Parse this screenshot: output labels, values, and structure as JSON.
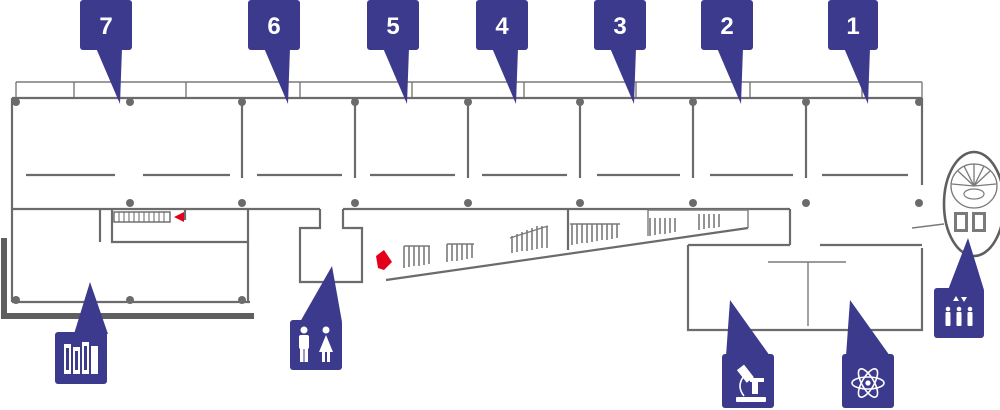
{
  "map": {
    "rooms": [
      {
        "label": "7"
      },
      {
        "label": "6"
      },
      {
        "label": "5"
      },
      {
        "label": "4"
      },
      {
        "label": "3"
      },
      {
        "label": "2"
      },
      {
        "label": "1"
      }
    ]
  },
  "icons": {
    "library": "library-icon",
    "restrooms": "restroom-icon",
    "lab": "microscope-icon",
    "physics": "atom-icon",
    "elevator": "elevator-icon"
  },
  "colors": {
    "badge": "#3c3a8c",
    "walls": "#6b6b6b",
    "entrance_arrow": "#e3001b"
  }
}
